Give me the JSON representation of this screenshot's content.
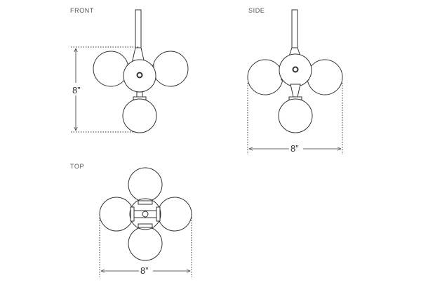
{
  "views": {
    "front": {
      "label": "FRONT",
      "dimension": "8”"
    },
    "side": {
      "label": "SIDE",
      "dimension": "8”"
    },
    "top": {
      "label": "TOP",
      "dimension": "8”"
    }
  },
  "colors": {
    "line": "#333333",
    "background": "#ffffff"
  }
}
